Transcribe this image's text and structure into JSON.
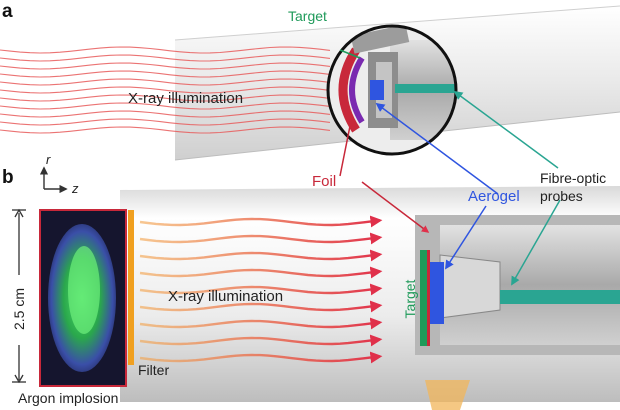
{
  "panel_a": {
    "letter": "a",
    "xray_label": "X-ray illumination",
    "target_label": "Target",
    "xray_color": "#e85a5a"
  },
  "panel_b": {
    "letter": "b",
    "axis_r": "r",
    "axis_z": "z",
    "scale_label": "2.5 cm",
    "source_label": "Argon implosion",
    "filter_label": "Filter",
    "xray_label": "X-ray illumination",
    "foil_label": "Foil",
    "aerogel_label": "Aerogel",
    "probes_label": "Fibre-optic\nprobes",
    "target_label": "Target",
    "filter_color": "#f0a020",
    "foil_color": "#c8283a",
    "aerogel_color": "#2f55e0",
    "probe_color": "#2aa592",
    "target_color": "#1f9a5a"
  },
  "icons": [
    "xray-wave-icon",
    "magnifier-circle-icon",
    "axis-icon",
    "scale-bar-icon"
  ]
}
